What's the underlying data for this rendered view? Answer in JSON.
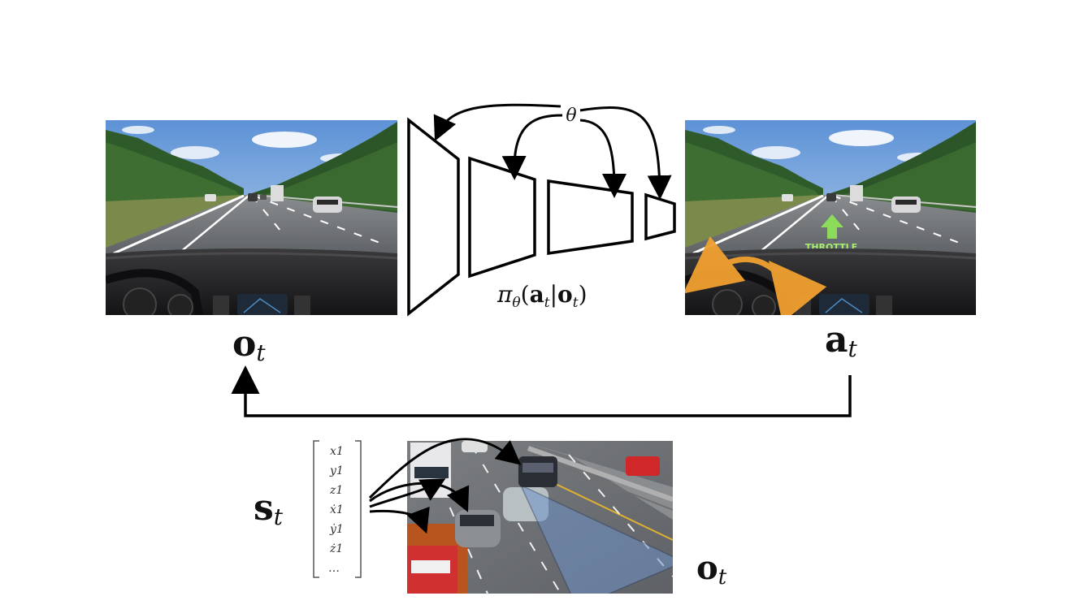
{
  "theta_label": "θ",
  "policy_label": {
    "pi": "π",
    "theta_sub": "θ",
    "paren_open": "(",
    "a": "a",
    "t1": "t",
    "bar": "|",
    "o": "o",
    "t2": "t",
    "paren_close": ")"
  },
  "observation_label": {
    "symbol": "o",
    "sub": "t"
  },
  "action_label": {
    "symbol": "a",
    "sub": "t"
  },
  "state_label": {
    "symbol": "s",
    "sub": "t"
  },
  "observation_label_bottom": {
    "symbol": "o",
    "sub": "t"
  },
  "throttle_label": "THROTTLE",
  "state_vector": [
    "x1",
    "y1",
    "z1",
    "ẋ1",
    "ẏ1",
    "ż1",
    "…"
  ],
  "colors": {
    "sky": "#8fb8e6",
    "road": "#6f7378",
    "dash": "#2b2b2b",
    "trees": "#2f5a2a",
    "throttle": "#8ee05a",
    "steer": "#f0a030",
    "frustum": "#6f93c8"
  }
}
